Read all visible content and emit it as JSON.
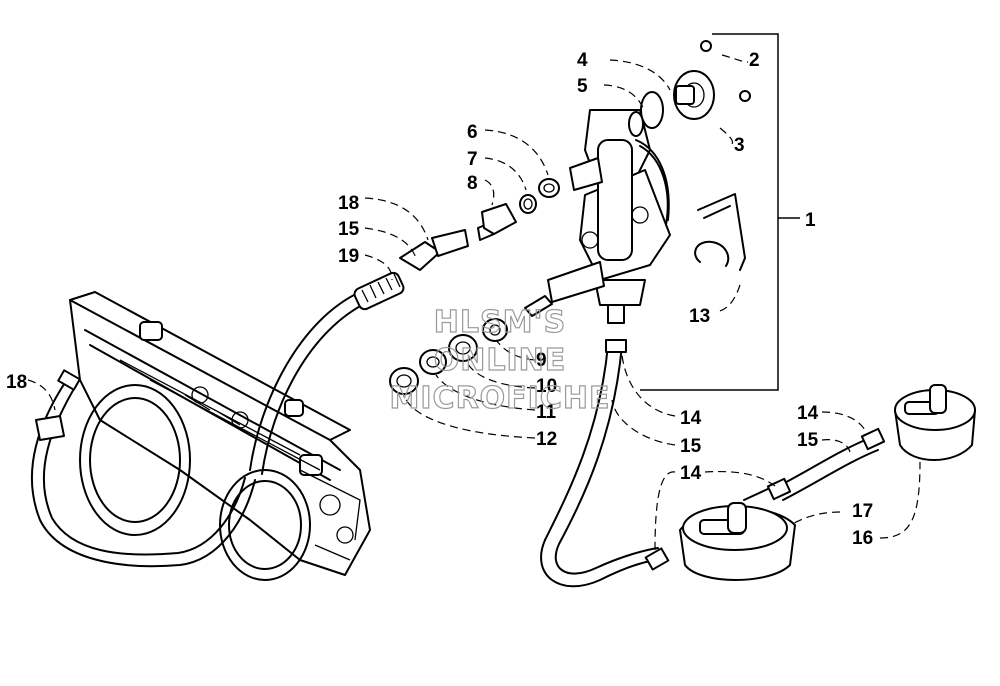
{
  "callouts": {
    "c1": "1",
    "c2": "2",
    "c3": "3",
    "c4": "4",
    "c5": "5",
    "c6": "6",
    "c7": "7",
    "c8": "8",
    "c9": "9",
    "c10": "10",
    "c11": "11",
    "c12": "12",
    "c13": "13",
    "c14a": "14",
    "c14b": "14",
    "c14c": "14",
    "c15a": "15",
    "c15b": "15",
    "c15c": "15",
    "c16": "16",
    "c17": "17",
    "c18a": "18",
    "c18b": "18",
    "c19": "19"
  },
  "watermark": {
    "line1": "HLSM'S",
    "line2": "ONLINE",
    "line3": "MICROFICHE"
  }
}
